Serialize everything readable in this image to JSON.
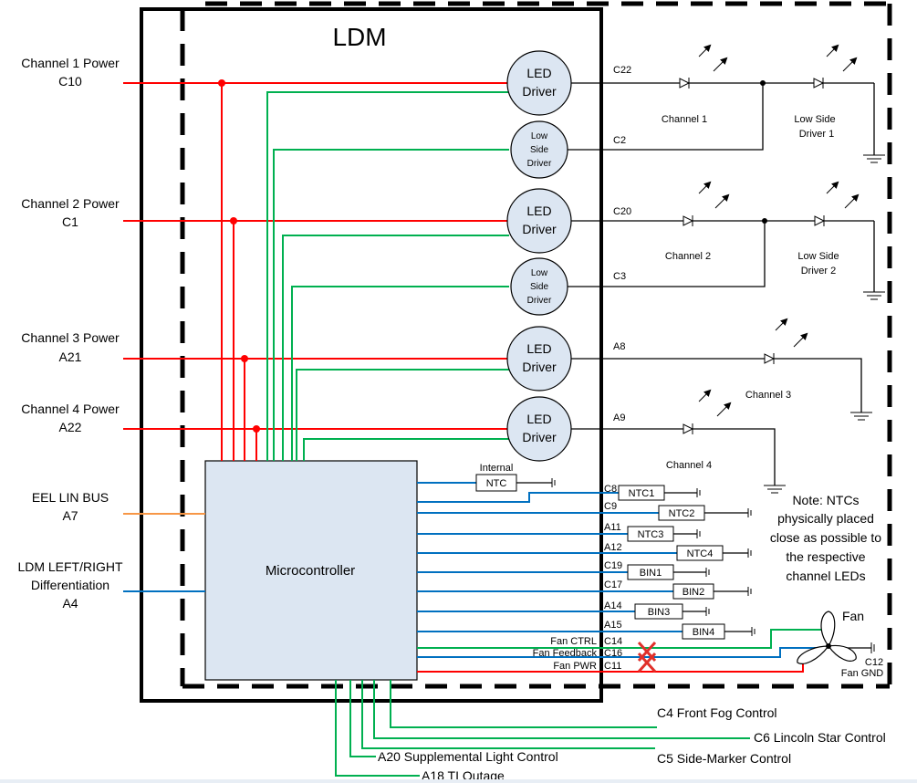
{
  "title": "LDM",
  "microcontroller": "Microcontroller",
  "inputs": {
    "ch1": [
      "Channel 1 Power",
      "C10"
    ],
    "ch2": [
      "Channel 2 Power",
      "C1"
    ],
    "ch3": [
      "Channel 3 Power",
      "A21"
    ],
    "ch4": [
      "Channel 4 Power",
      "A22"
    ],
    "lin": [
      "EEL LIN BUS",
      "A7"
    ],
    "diff": [
      "LDM LEFT/RIGHT",
      "Differentiation",
      "A4"
    ]
  },
  "drivers": {
    "led": [
      "LED",
      "Driver"
    ],
    "low": [
      "Low",
      "Side",
      "Driver"
    ]
  },
  "pins": {
    "c22": "C22",
    "c2": "C2",
    "c20": "C20",
    "c3": "C3",
    "a8": "A8",
    "a9": "A9",
    "c8": "C8",
    "c9": "C9",
    "a11": "A11",
    "a12": "A12",
    "c19": "C19",
    "c17": "C17",
    "a14": "A14",
    "a15": "A15",
    "c14": "C14",
    "c16": "C16",
    "c11": "C11",
    "c12": "C12"
  },
  "channel_labels": {
    "ch1": "Channel 1",
    "ch2": "Channel 2",
    "ch3": "Channel 3",
    "ch4": "Channel 4",
    "lsd1": [
      "Low Side",
      "Driver 1"
    ],
    "lsd2": [
      "Low Side",
      "Driver 2"
    ]
  },
  "ntc": {
    "internal": "Internal",
    "ntc": "NTC",
    "ntc1": "NTC1",
    "ntc2": "NTC2",
    "ntc3": "NTC3",
    "ntc4": "NTC4",
    "bin1": "BIN1",
    "bin2": "BIN2",
    "bin3": "BIN3",
    "bin4": "BIN4"
  },
  "fan": {
    "label": "Fan",
    "ctrl": "Fan CTRL",
    "feedback": "Fan Feedback",
    "pwr": "Fan PWR",
    "gnd": "Fan GND"
  },
  "note": [
    "Note: NTCs",
    "physically placed",
    "close as possible to",
    "the respective",
    "channel LEDs"
  ],
  "controls": {
    "c4": "C4 Front Fog Control",
    "c6": "C6 Lincoln Star Control",
    "a20": "A20 Supplemental Light Control",
    "c5": "C5 Side-Marker Control",
    "a18": "A18 TI Outage"
  }
}
